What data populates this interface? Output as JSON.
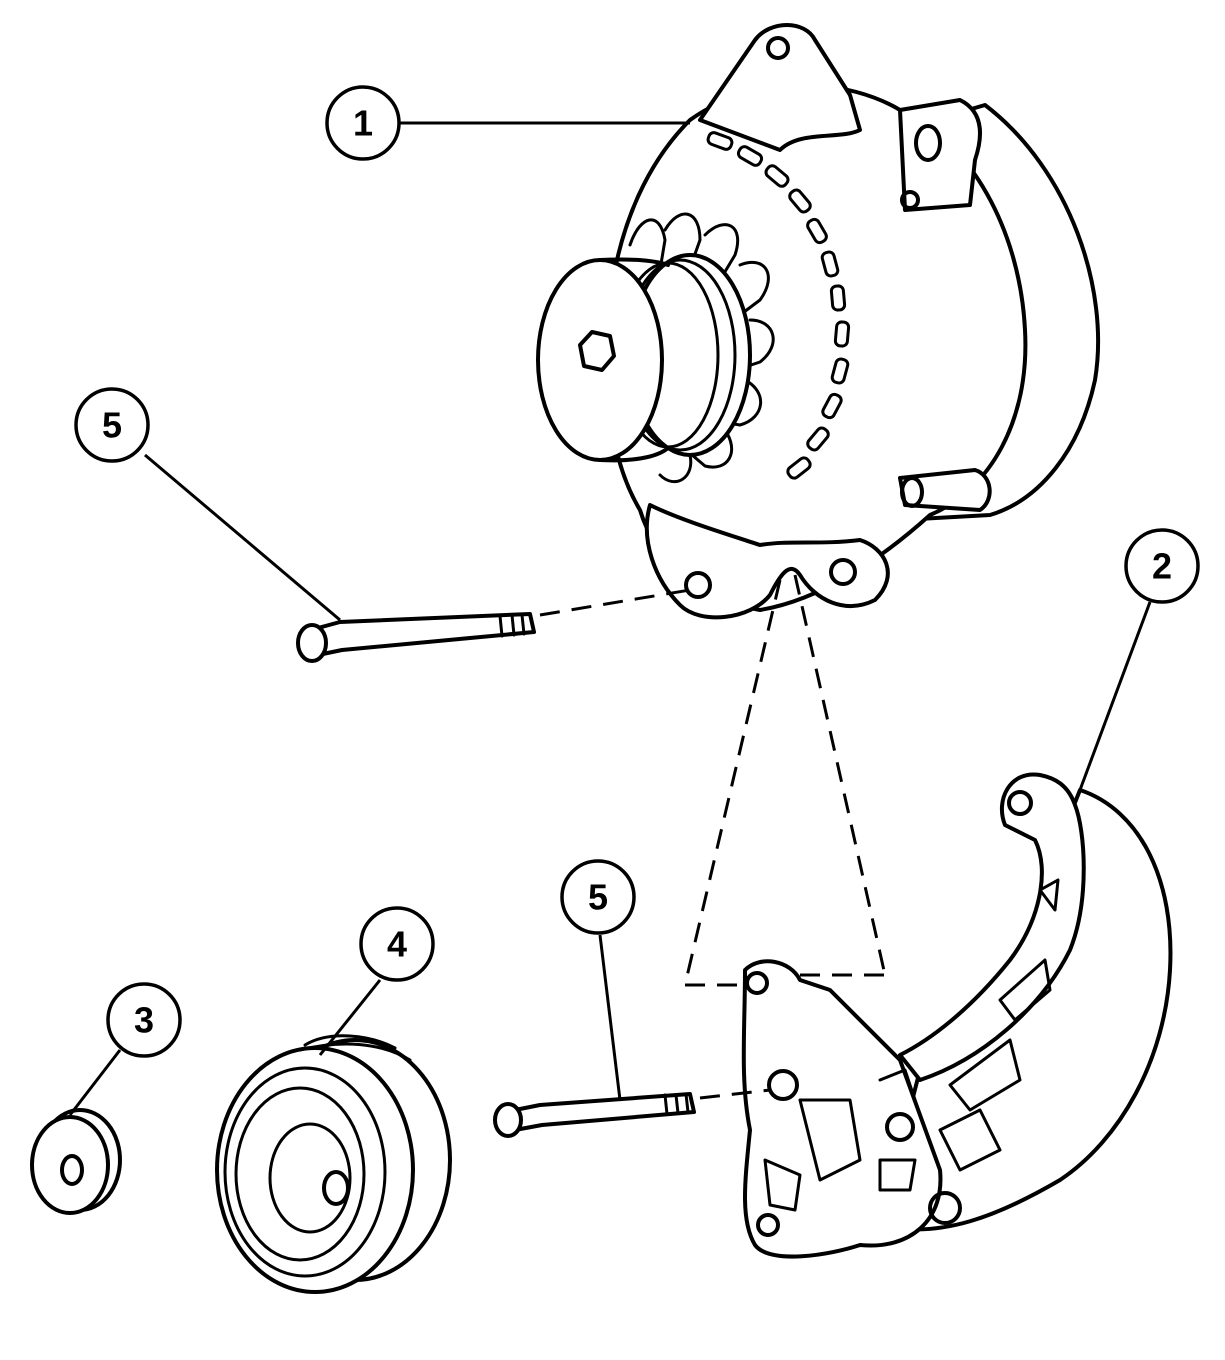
{
  "callouts": [
    {
      "id": "1",
      "label": "1"
    },
    {
      "id": "2",
      "label": "2"
    },
    {
      "id": "3",
      "label": "3"
    },
    {
      "id": "4",
      "label": "4"
    },
    {
      "id": "5a",
      "label": "5"
    },
    {
      "id": "5b",
      "label": "5"
    }
  ],
  "colors": {
    "line": "#000000",
    "background": "#ffffff"
  }
}
